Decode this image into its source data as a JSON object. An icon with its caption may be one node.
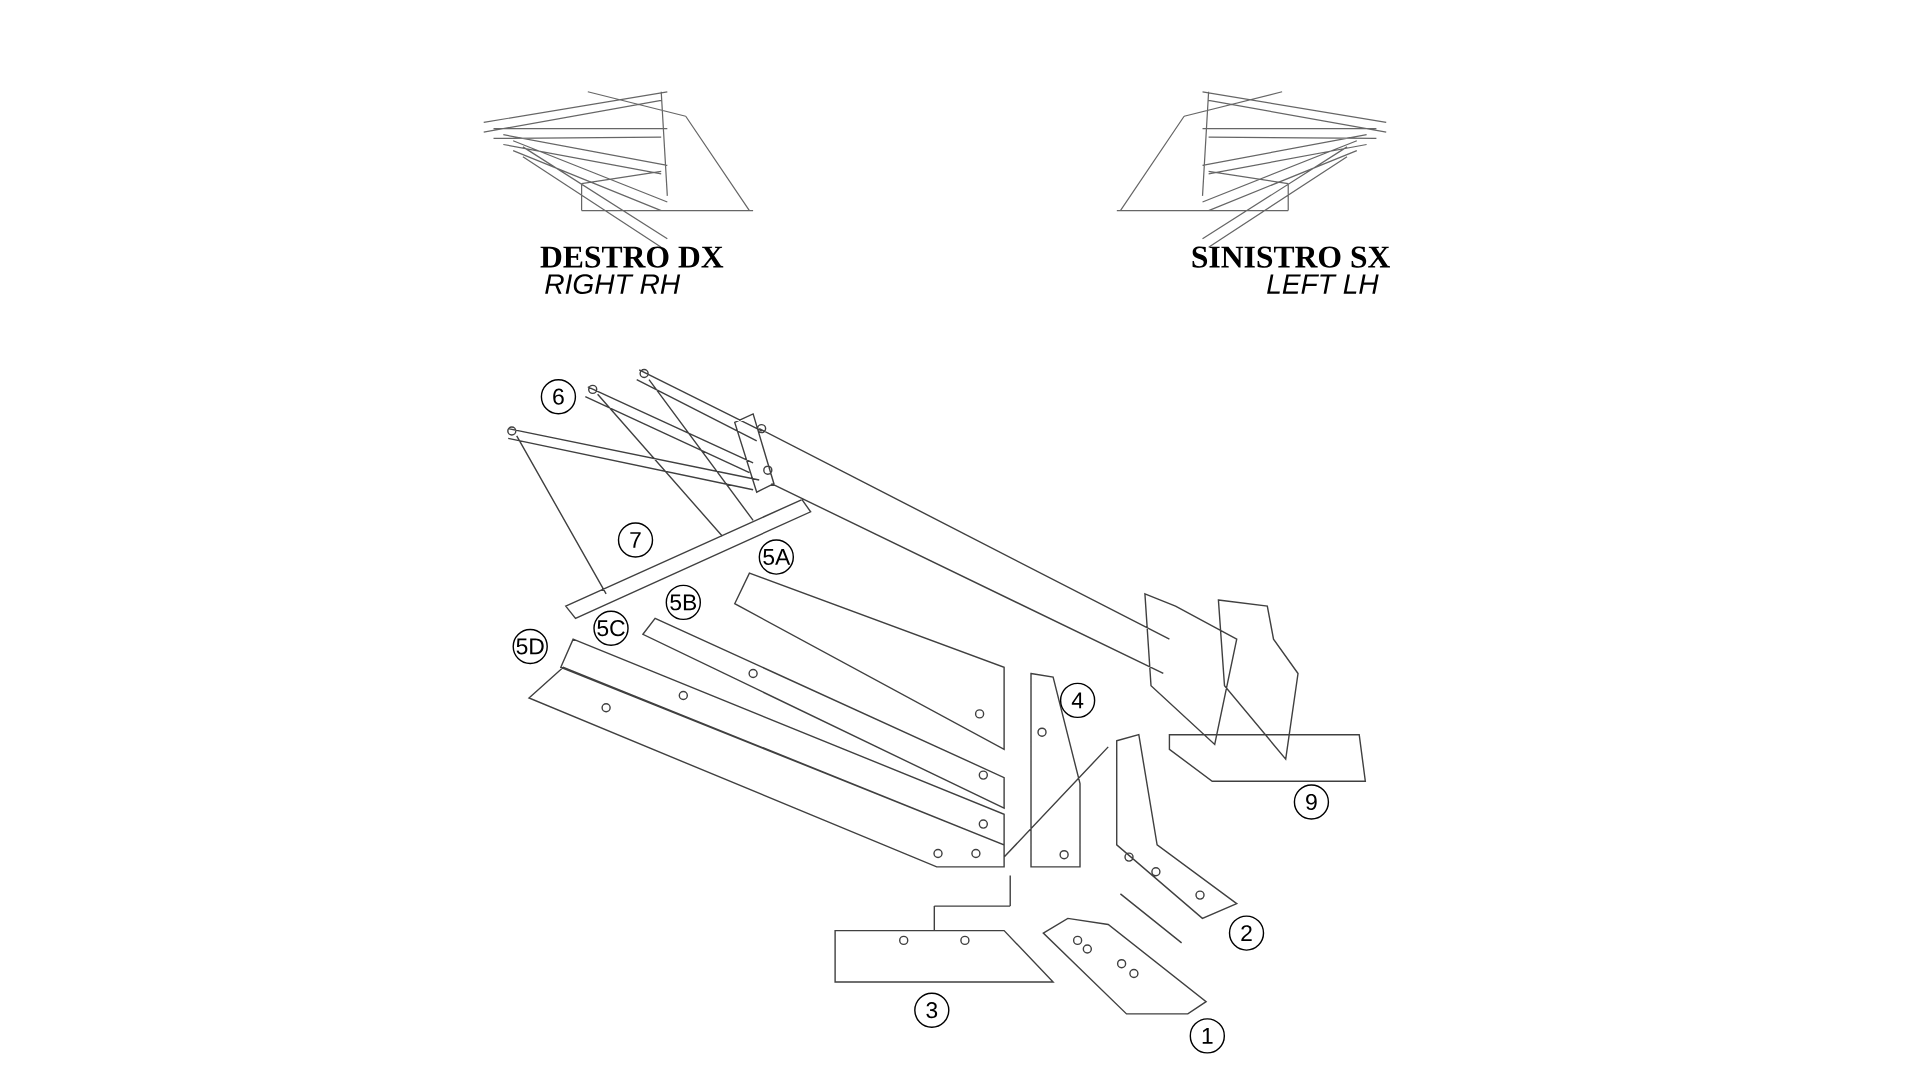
{
  "diagram": {
    "labels": [
      "DESTRO DX",
      "SINISTRO SX",
      "RIGHT RH",
      "LEFT LH",
      "6",
      "7",
      "5A",
      "5B",
      "5C",
      "5D",
      "4",
      "9",
      "2",
      "3",
      "1"
    ]
  }
}
